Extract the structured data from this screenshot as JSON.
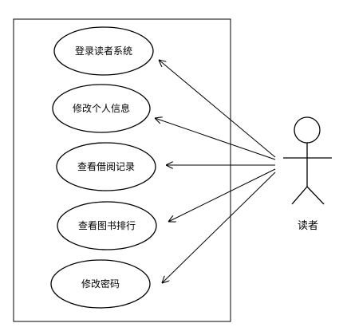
{
  "use_cases": [
    {
      "id": "login",
      "label": "登录读者系统"
    },
    {
      "id": "edit-info",
      "label": "修改个人信息"
    },
    {
      "id": "borrow-record",
      "label": "查看借阅记录"
    },
    {
      "id": "book-ranking",
      "label": "查看图书排行"
    },
    {
      "id": "change-password",
      "label": "修改密码"
    }
  ],
  "actor": {
    "label": "读者"
  }
}
